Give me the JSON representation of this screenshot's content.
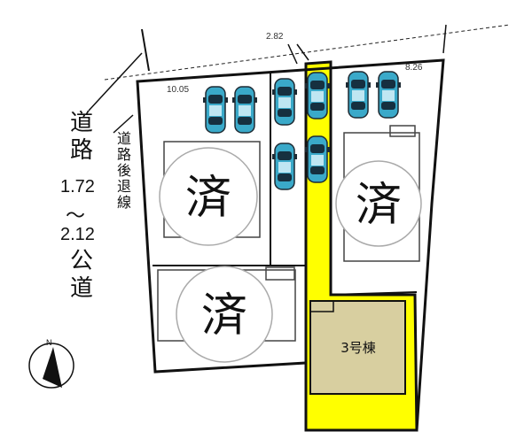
{
  "road": {
    "label_chars": [
      "道",
      "路"
    ],
    "width_from": "1.72",
    "tilde": "～",
    "width_to": "2.12",
    "type_chars": [
      "公",
      "道"
    ],
    "setback_label": "道路後退線"
  },
  "dimensions": {
    "top_gap": "2.82",
    "left_lot": "10.05",
    "right_lot": "8.26"
  },
  "lots": {
    "sold_mark": "済",
    "available_building": "3号棟"
  },
  "compass": {
    "north": "N"
  },
  "colors": {
    "highlight": "#ffff00",
    "building": "#d8cfa0",
    "car": "#3aa9c9",
    "outline": "#111111"
  }
}
